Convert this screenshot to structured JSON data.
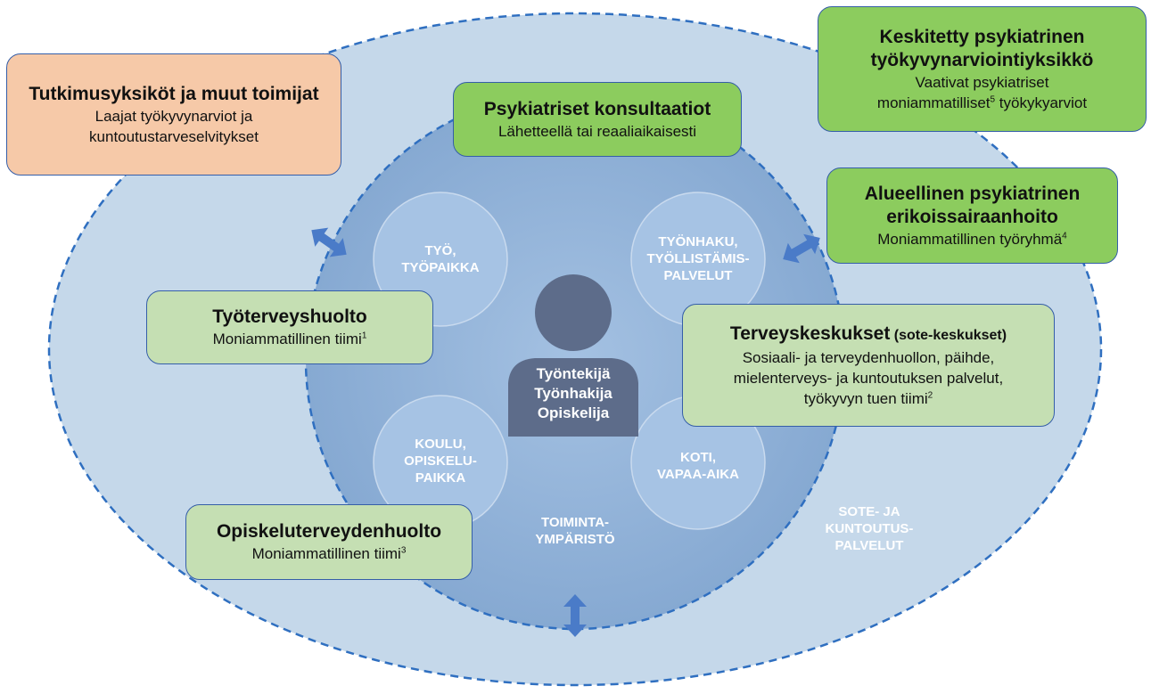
{
  "labels": {
    "sote_line1": "SOTE- JA",
    "sote_line2": "KUNTOUTUS-",
    "sote_line3": "PALVELUT",
    "toiminta_line1": "TOIMINTA-",
    "toiminta_line2": "YMPÄRISTÖ"
  },
  "circles": {
    "tyo": [
      "TYÖ,",
      "TYÖPAIKKA"
    ],
    "tyonhaku": [
      "TYÖNHAKU,",
      "TYÖLLISTÄMIS-",
      "PALVELUT"
    ],
    "koulu": [
      "KOULU,",
      "OPISKELU-",
      "PAIKKA"
    ],
    "koti": [
      "KOTI,",
      "VAPAA-AIKA"
    ]
  },
  "person": [
    "Työntekijä",
    "Työnhakija",
    "Opiskelija"
  ],
  "boxes": {
    "tutkimus": {
      "title": "Tutkimusyksiköt ja muut toimijat",
      "body1": "Laajat työkyvynarviot ja",
      "body2": "kuntoutustarveselvitykset"
    },
    "konsultaatiot": {
      "title": "Psykiatriset konsultaatiot",
      "body1": "Lähetteellä tai reaaliaikaisesti"
    },
    "keskitetty": {
      "title1": "Keskitetty psykiatrinen",
      "title2": "työkyvynarviointiyksikkö",
      "body1": "Vaativat psykiatriset",
      "body2_a": "moniammatilliset",
      "body2_sup": "5",
      "body2_b": " työkykyarviot"
    },
    "alueellinen": {
      "title1": "Alueellinen psykiatrinen",
      "title2": "erikoissairaanhoito",
      "body1": "Moniammatillinen työryhmä",
      "body1_sup": "4"
    },
    "tyoterveys": {
      "title": "Työterveyshuolto",
      "body1": "Moniammatillinen tiimi",
      "body1_sup": "1"
    },
    "terveyskeskukset": {
      "title": "Terveyskeskukset",
      "title_small": " (sote-keskukset)",
      "body1": "Sosiaali- ja terveydenhuollon, päihde,",
      "body2": "mielenterveys- ja kuntoutuksen palvelut,",
      "body3": "työkyvyn tuen tiimi",
      "body3_sup": "2"
    },
    "opiskelu": {
      "title": "Opiskeluterveydenhuolto",
      "body1": "Moniammatillinen tiimi",
      "body1_sup": "3"
    }
  },
  "colors": {
    "outer_ellipse": "#c5d8ea",
    "inner_circle": "#8db0d6",
    "small_circle": "#a6c3e4",
    "dash": "#2f6fc0",
    "arrow": "#4a7bc8",
    "person": "#5d6c8a"
  }
}
